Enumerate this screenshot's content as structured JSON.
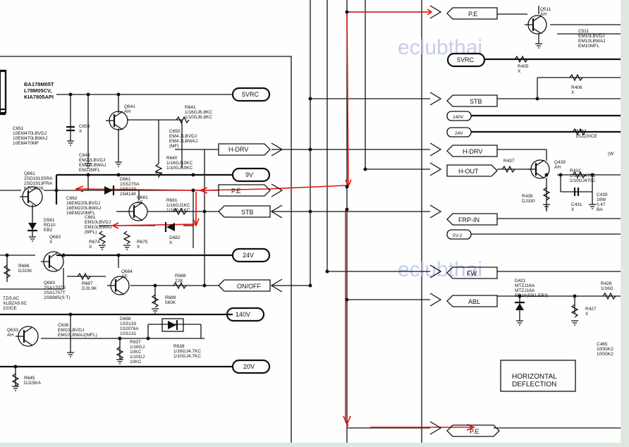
{
  "watermark": "eclubthai",
  "block_title": "HORIZONTAL\nDEFLECTION",
  "regulator": {
    "line1": "BA178M05T",
    "line2": "L78M05CV,",
    "line3": "KIA7805API"
  },
  "connectors": {
    "left_5vrc": "5VRC",
    "left_hdrv": "H-DRV",
    "left_9v": "9V",
    "left_pe": "P.E",
    "left_stb": "STB",
    "left_24v": "24V",
    "left_onoff": "ON/OFF",
    "left_140v": "140V",
    "left_20v": "20V",
    "right_pe_top": "P.E",
    "right_5vrc": "5VRC",
    "right_stb": "STB",
    "right_140v": "140V",
    "right_24v": "24V",
    "right_hdrv": "H-DRV",
    "right_hout": "H-OUT",
    "right_frpin": "FRP-IN",
    "right_5v2": "5V-2",
    "right_fw": "FW",
    "right_abl": "ABL",
    "right_pe_bottom": "P.E"
  },
  "parts": {
    "q641": [
      "Q641",
      "AH"
    ],
    "r641": [
      "R641",
      "1/16GJ6.8KC",
      "1/10GJ6.8KC"
    ],
    "c653": [
      "C653",
      "X"
    ],
    "c651": [
      "C651",
      "10EM470LBVDJ",
      "10EM470LBWAJ",
      "10EM470MF"
    ],
    "c650": [
      "C650",
      "EM4.7LBVDJ",
      "EM4.7LBWAJ",
      "(MF)"
    ],
    "c649": [
      "C649",
      "EM22LBVDJ",
      "EM22LBWAJ",
      "EM22MFL"
    ],
    "r640": [
      "R640",
      "1/16GJ10KC",
      "1/10GJ10KC"
    ],
    "q661": [
      "Q661",
      "2SD1913SRA",
      "2SD1913FRA",
      "KTC3026"
    ],
    "d661": [
      "D661",
      "1SS270A",
      "1SS133",
      "1N4148"
    ],
    "c662": [
      "C662",
      "16EM220LBVDJ",
      "16EM220LBWAJ",
      "16EM220MFL"
    ],
    "c661": [
      "C661",
      "EM10LBVDJ",
      "EM10LBWAJ",
      "(MFL)"
    ],
    "q681": [
      "Q681",
      "AE"
    ],
    "r681": [
      "R681",
      "1/16GJ1KC",
      "1/10GJ1KC"
    ],
    "d561": [
      "D561",
      "RD10",
      "EB2"
    ],
    "q683_top": [
      "Q683",
      "X"
    ],
    "r674": [
      "R674",
      "X"
    ],
    "r675": [
      "R675",
      "X"
    ],
    "d682": [
      "D682",
      "X"
    ],
    "r686": [
      "R686",
      "DJ10K"
    ],
    "q683": [
      "Q683",
      "2SA1707S",
      "2SA1707T",
      "2SB985(S:T)"
    ],
    "r687": [
      "R687",
      "DJ3.9K"
    ],
    "q684": [
      "Q684",
      "AE"
    ],
    "r688": [
      "R688",
      "22K"
    ],
    "r689": [
      "R689",
      "560K"
    ],
    "q633": [
      "Q633",
      "AH"
    ],
    "c636": [
      "C636",
      "EM10LBVDJ",
      "EM10LBWAJ(MFL)"
    ],
    "d688": [
      "D688",
      "1SS133",
      "1S2076A",
      "1SS131"
    ],
    "r637": [
      "R637",
      "1/16GJ",
      "10KC",
      "1/10GJ",
      "10KC"
    ],
    "r638": [
      "R638",
      "1/16GJ4.7KC",
      "1/10GJ4.7KC"
    ],
    "r645": [
      "R645",
      "DJ15KA"
    ],
    "left_misc": [
      "7Z/5.6C",
      "XLBZA5.6C",
      "220CE"
    ],
    "q511": [
      "Q511",
      "AH"
    ],
    "c511": [
      "C511",
      "EM10LBVDJ",
      "EM10LBWAJ",
      "EM10MFL"
    ],
    "r405": [
      "R405",
      "X"
    ],
    "r406": [
      "R406",
      "X"
    ],
    "r434": [
      "R434",
      "1SJ220CE"
    ],
    "r437": [
      "R437"
    ],
    "q439": [
      "Q439",
      "AH"
    ],
    "r432": [
      "R432",
      "1/16GJ470C",
      "1/10GJ470C"
    ],
    "r438": [
      "R438",
      "DJ330"
    ],
    "c431": [
      "C431",
      "X"
    ],
    "c439": [
      "C439",
      "16W",
      "0.47",
      "BA"
    ],
    "d421": [
      "D421",
      "MTZJ16A",
      "MTZJ16A",
      "RD16(EB1,EB3)"
    ],
    "r427": [
      "R427",
      "X"
    ],
    "r426": [
      "R426",
      "1/16G"
    ],
    "c465": [
      "C465",
      "100GK2",
      "100GK2"
    ],
    "right_misc": [
      "(W"
    ]
  }
}
